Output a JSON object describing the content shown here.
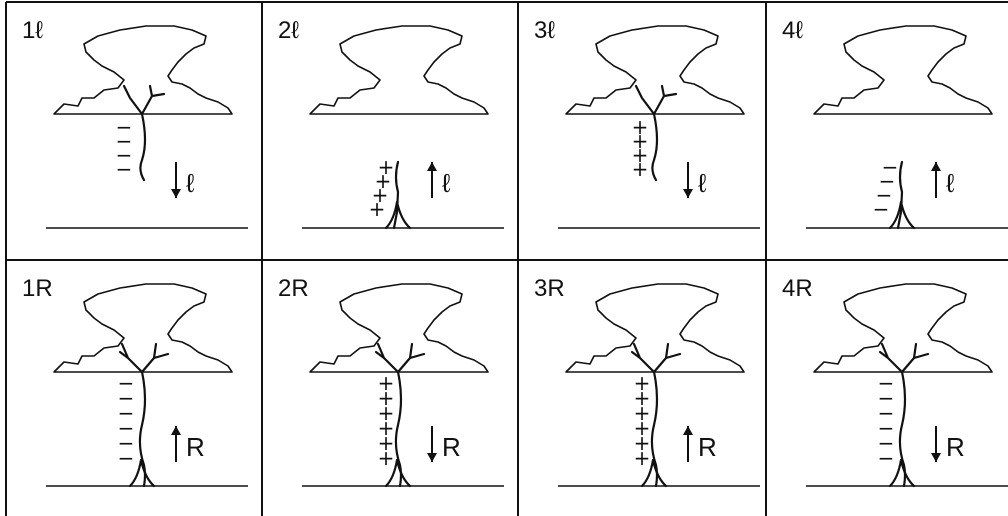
{
  "panels": [
    {
      "label": "1ℓ",
      "charge": "−",
      "count": 4,
      "flow": "down",
      "flow_label": "ℓ",
      "mode": "leader-from-cloud"
    },
    {
      "label": "2ℓ",
      "charge": "+",
      "count": 4,
      "flow": "up",
      "flow_label": "ℓ",
      "mode": "leader-from-ground"
    },
    {
      "label": "3ℓ",
      "charge": "+",
      "count": 4,
      "flow": "down",
      "flow_label": "ℓ",
      "mode": "leader-from-cloud"
    },
    {
      "label": "4ℓ",
      "charge": "−",
      "count": 4,
      "flow": "up",
      "flow_label": "ℓ",
      "mode": "leader-from-ground"
    },
    {
      "label": "1R",
      "charge": "−",
      "count": 6,
      "flow": "up",
      "flow_label": "R",
      "mode": "return-stroke"
    },
    {
      "label": "2R",
      "charge": "+",
      "count": 6,
      "flow": "down",
      "flow_label": "R",
      "mode": "return-stroke"
    },
    {
      "label": "3R",
      "charge": "+",
      "count": 6,
      "flow": "up",
      "flow_label": "R",
      "mode": "return-stroke"
    },
    {
      "label": "4R",
      "charge": "−",
      "count": 6,
      "flow": "down",
      "flow_label": "R",
      "mode": "return-stroke"
    }
  ]
}
